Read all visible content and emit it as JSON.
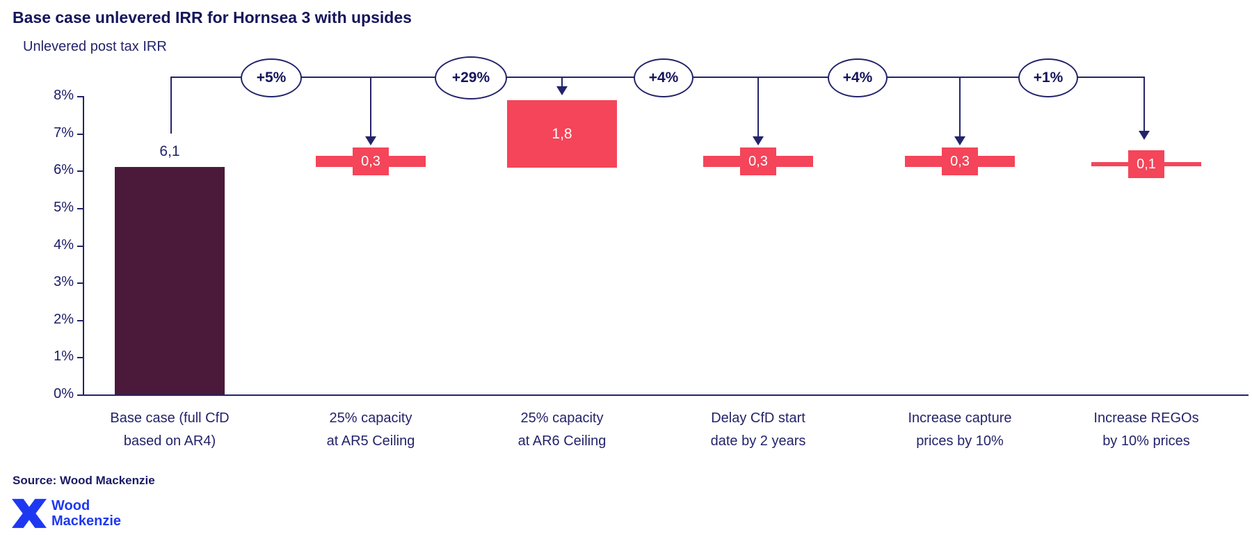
{
  "title": "Base case unlevered IRR for Hornsea 3 with upsides",
  "subtitle": "Unlevered post tax IRR",
  "source_note": "Source: Wood Mackenzie",
  "logo": {
    "line1": "Wood",
    "line2": "Mackenzie"
  },
  "colors": {
    "navy_text_lines": "#23236b",
    "title_navy": "#15155c",
    "base_bar_purple": "#4b1a3a",
    "upside_bar_red": "#f4455a",
    "value_text_on_red": "#ffffff",
    "logo_blue": "#1e38f2",
    "background": "#ffffff"
  },
  "chart_data": {
    "type": "bar",
    "subtype": "waterfall-upsides",
    "title": "Base case unlevered IRR for Hornsea 3 with upsides",
    "ylabel": "Unlevered post tax IRR",
    "xlabel": "",
    "ylim": [
      0,
      8
    ],
    "grid": false,
    "legend": false,
    "yticks": [
      "0%",
      "1%",
      "2%",
      "3%",
      "4%",
      "5%",
      "6%",
      "7%",
      "8%"
    ],
    "categories": [
      {
        "line1": "Base case (full CfD",
        "line2": "based on AR4)"
      },
      {
        "line1": "25% capacity",
        "line2": "at AR5 Ceiling"
      },
      {
        "line1": "25% capacity",
        "line2": "at AR6 Ceiling"
      },
      {
        "line1": "Delay CfD start",
        "line2": "date by 2 years"
      },
      {
        "line1": "Increase capture",
        "line2": "prices by 10%"
      },
      {
        "line1": "Increase REGOs",
        "line2": "by 10% prices"
      }
    ],
    "bars": [
      {
        "label": "6,1",
        "value": 6.1,
        "start": 0.0,
        "end": 6.1,
        "kind": "base"
      },
      {
        "label": "0,3",
        "value": 0.3,
        "start": 6.1,
        "end": 6.4,
        "kind": "upside",
        "delta": "+5%"
      },
      {
        "label": "1,8",
        "value": 1.8,
        "start": 6.1,
        "end": 7.9,
        "kind": "upside",
        "delta": "+29%"
      },
      {
        "label": "0,3",
        "value": 0.3,
        "start": 6.1,
        "end": 6.4,
        "kind": "upside",
        "delta": "+4%"
      },
      {
        "label": "0,3",
        "value": 0.3,
        "start": 6.1,
        "end": 6.4,
        "kind": "upside",
        "delta": "+4%"
      },
      {
        "label": "0,1",
        "value": 0.1,
        "start": 6.1,
        "end": 6.2,
        "kind": "upside",
        "delta": "+1%"
      }
    ]
  }
}
